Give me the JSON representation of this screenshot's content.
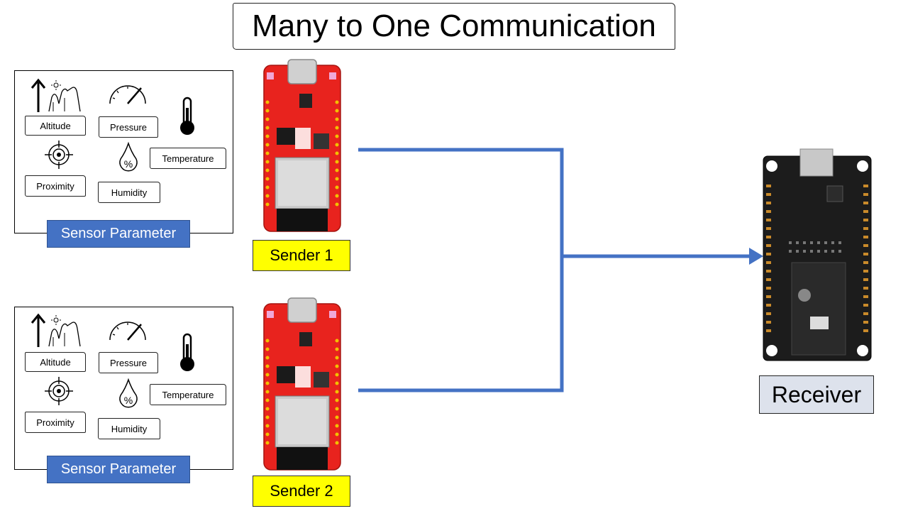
{
  "title": "Many to One Communication",
  "sensor_panels": [
    {
      "caption": "Sensor Parameter",
      "labels": {
        "altitude": "Altitude",
        "pressure": "Pressure",
        "temperature": "Temperature",
        "proximity": "Proximity",
        "humidity": "Humidity"
      }
    },
    {
      "caption": "Sensor Parameter",
      "labels": {
        "altitude": "Altitude",
        "pressure": "Pressure",
        "temperature": "Temperature",
        "proximity": "Proximity",
        "humidity": "Humidity"
      }
    }
  ],
  "senders": [
    {
      "label": "Sender 1"
    },
    {
      "label": "Sender 2"
    }
  ],
  "receiver": {
    "label": "Receiver"
  },
  "colors": {
    "arrow": "#4472c4",
    "caption_bg": "#4472c4",
    "sender_label_bg": "#ffff00",
    "receiver_label_bg": "#dde2ec",
    "board_red": "#e8231e",
    "receiver_board": "#1c1c1c"
  },
  "icons": [
    "up-arrow-icon",
    "altitude-mountain-icon",
    "gauge-icon",
    "thermometer-icon",
    "crosshair-icon",
    "humidity-drop-icon",
    "esp32-board-icon",
    "receiver-board-icon"
  ]
}
